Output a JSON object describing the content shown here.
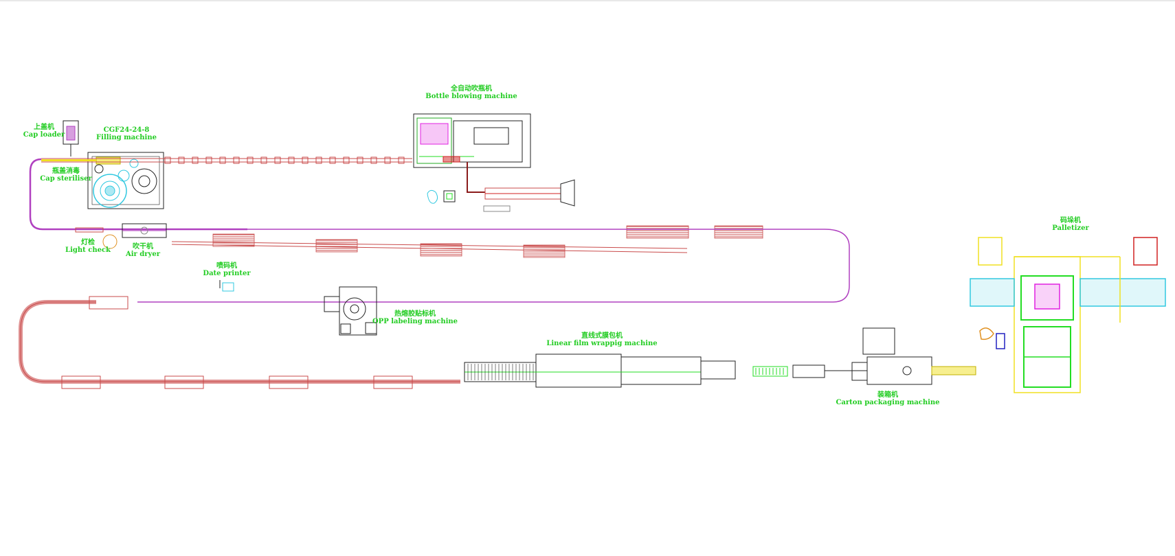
{
  "drawing": {
    "colors": {
      "conveyor": "#c94a4a",
      "chain": "#b040c0",
      "machine": "#222222",
      "label": "#22cc22",
      "magenta": "#e020e0",
      "cyan": "#30c8e0",
      "green": "#22dd22",
      "yellow": "#f0e020",
      "red": "#d02020"
    },
    "labels": {
      "cap_loader": {
        "zh": "上盖机",
        "en": "Cap loader"
      },
      "filling": {
        "zh": "CGF24-24-8",
        "en": "Filling machine"
      },
      "cap_steriliser": {
        "zh": "瓶盖消毒",
        "en": "Cap steriliser"
      },
      "bottle_blowing": {
        "zh": "全自动吹瓶机",
        "en": "Bottle blowing machine"
      },
      "light_check": {
        "zh": "灯检",
        "en": "Light check"
      },
      "air_dryer": {
        "zh": "吹干机",
        "en": "Air dryer"
      },
      "date_printer": {
        "zh": "喷码机",
        "en": "Date printer"
      },
      "opp_labeling": {
        "zh": "热熔胶贴标机",
        "en": "OPP labeling machine"
      },
      "film_wrapping": {
        "zh": "直线式膜包机",
        "en": "Linear film wrappig machine"
      },
      "carton_packaging": {
        "zh": "装箱机",
        "en": "Carton packaging machine"
      },
      "palletizer": {
        "zh": "码垛机",
        "en": "Palletizer"
      }
    }
  }
}
